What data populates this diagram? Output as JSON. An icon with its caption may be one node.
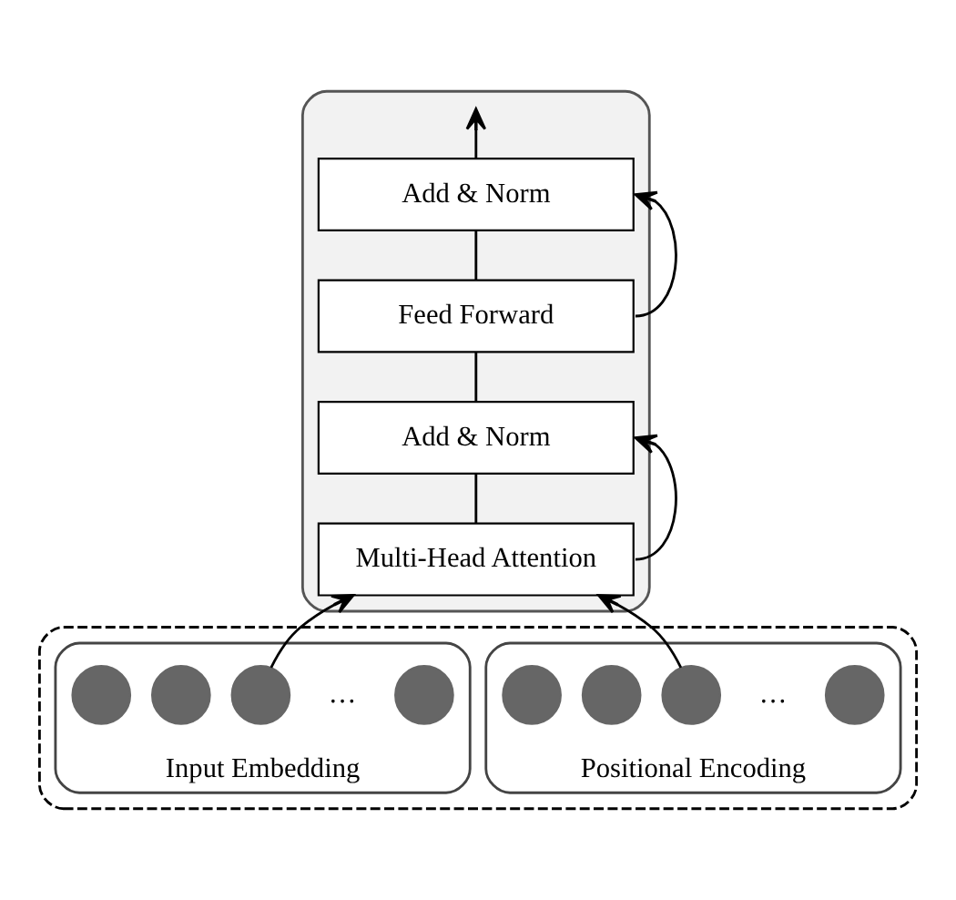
{
  "diagram": {
    "nodes": [
      {
        "text": [],
        "shape": "box"
      },
      {
        "text": [
          "Add & Norm"
        ],
        "in": 0
      },
      {
        "text": [
          "Feed Forward"
        ],
        "in": 0
      },
      {
        "text": [
          "Add & Norm"
        ],
        "in": 0
      },
      {
        "text": [
          "Multi-Head Attention"
        ],
        "in": 0
      },
      {
        "text": [],
        "shape": "box"
      },
      {
        "text": [
          "Input Embedding"
        ],
        "in": 5
      },
      {
        "text": [],
        "shape": "circle",
        "in": 6
      },
      {
        "text": [],
        "shape": "circle",
        "in": 6
      },
      {
        "text": [],
        "shape": "circle",
        "in": 6
      },
      {
        "text": [],
        "shape": "circle",
        "in": 6
      },
      {
        "text": [
          "Positional Encoding"
        ],
        "in": 5
      },
      {
        "text": [],
        "shape": "circle",
        "in": 11
      },
      {
        "text": [],
        "shape": "circle",
        "in": 11
      },
      {
        "text": [],
        "shape": "circle",
        "in": 11
      },
      {
        "text": [],
        "shape": "circle",
        "in": 11
      }
    ],
    "edges": [
      {
        "from": 9,
        "to": 4,
        "arrow": "to"
      },
      {
        "from": 14,
        "to": 4,
        "arrow": "to"
      },
      {
        "from": 4,
        "to": 3,
        "arrow": "none"
      },
      {
        "from": 4,
        "to": 3,
        "arrow": "to"
      },
      {
        "from": 3,
        "to": 2,
        "arrow": "none"
      },
      {
        "from": 2,
        "to": 1,
        "arrow": "none"
      },
      {
        "from": 2,
        "to": 1,
        "arrow": "to"
      },
      {
        "from": 1,
        "to": null,
        "arrow": "to"
      }
    ],
    "labels": [
      "…",
      "…"
    ]
  }
}
